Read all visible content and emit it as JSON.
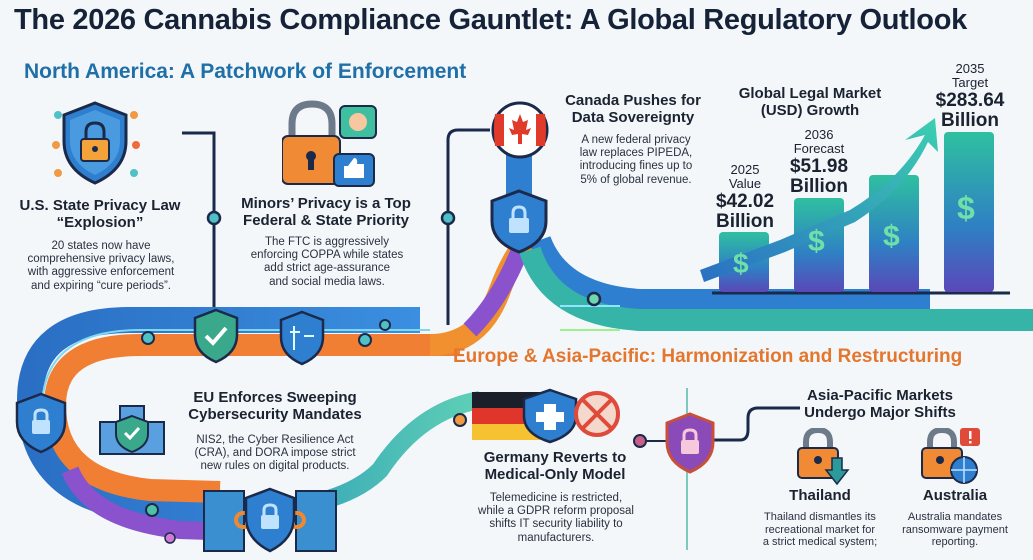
{
  "title": "The 2026 Cannabis Compliance Gauntlet: A Global Regulatory Outlook",
  "sections": {
    "north_america": "North America: A Patchwork of Enforcement",
    "europe_apac": "Europe & Asia-Pacific: Harmonization and Restructuring"
  },
  "cards": {
    "us": {
      "icon": "shield-lock-circuit-icon",
      "heading_1": "U.S. State Privacy Law",
      "heading_2": "“Explosion”",
      "body": [
        "20 states now have",
        "comprehensive privacy laws,",
        "with aggressive enforcement",
        "and expiring “cure periods”."
      ]
    },
    "minors": {
      "icon": "padlock-chat-thumbsup-icon",
      "heading_1": "Minors’ Privacy is a Top",
      "heading_2": "Federal & State Priority",
      "body": [
        "The FTC is aggressively",
        "enforcing COPPA while states",
        "add strict age-assurance",
        "and social media laws."
      ]
    },
    "canada": {
      "icon": "canada-flag-icon",
      "heading_1": "Canada Pushes for",
      "heading_2": "Data Sovereignty",
      "body": [
        "A new federal privacy",
        "law replaces PIPEDA,",
        "introducing fines up to",
        "5% of global revenue."
      ]
    },
    "eu": {
      "icon": "castle-shield-check-icon",
      "heading_1": "EU Enforces Sweeping",
      "heading_2": "Cybersecurity Mandates",
      "body": [
        "NIS2, the Cyber Resilience Act",
        "(CRA), and DORA impose strict",
        "new rules on digital products."
      ]
    },
    "germany": {
      "icon": "germany-flag-medical-cross-icon",
      "heading_1": "Germany Reverts to",
      "heading_2": "Medical-Only Model",
      "body": [
        "Telemedicine is restricted,",
        "while a GDPR reform proposal",
        "shifts IT security liability to",
        "manufacturers."
      ]
    },
    "apac": {
      "heading_1": "Asia-Pacific Markets",
      "heading_2": "Undergo Major Shifts",
      "thailand": {
        "icon": "padlock-down-arrow-icon",
        "name": "Thailand",
        "body": [
          "Thailand dismantles its",
          "recreational market for",
          "a strict medical system;"
        ]
      },
      "australia": {
        "icon": "padlock-globe-alert-icon",
        "name": "Australia",
        "body": [
          "Australia mandates",
          "ransomware payment",
          "reporting."
        ]
      }
    }
  },
  "chart_data": {
    "type": "bar",
    "title": "Global Legal Market (USD) Growth",
    "categories": [
      "2025 Value",
      "2036 Forecast",
      "(unlabeled)",
      "2035 Target"
    ],
    "values": [
      42.02,
      51.98,
      null,
      283.64
    ],
    "unit": "Billion USD",
    "labels": [
      {
        "year": "2025",
        "kind": "Value",
        "amount": "$42.02",
        "unit": "Billion"
      },
      {
        "year": "2036",
        "kind": "Forecast",
        "amount": "$51.98",
        "unit": "Billion"
      },
      {
        "year": "2035",
        "kind": "Target",
        "amount": "$283.64",
        "unit": "Billion"
      }
    ],
    "bar_icon": "dollar-sign",
    "trend": "upward arrow",
    "xlabel": "",
    "ylabel": ""
  },
  "colors": {
    "title": "#152238",
    "north_america": "#1f6fa8",
    "europe_apac": "#e4762e",
    "blue": "#2f7fd0",
    "orange": "#f0882e",
    "purple": "#7a52c8",
    "teal": "#3ab7a4"
  }
}
